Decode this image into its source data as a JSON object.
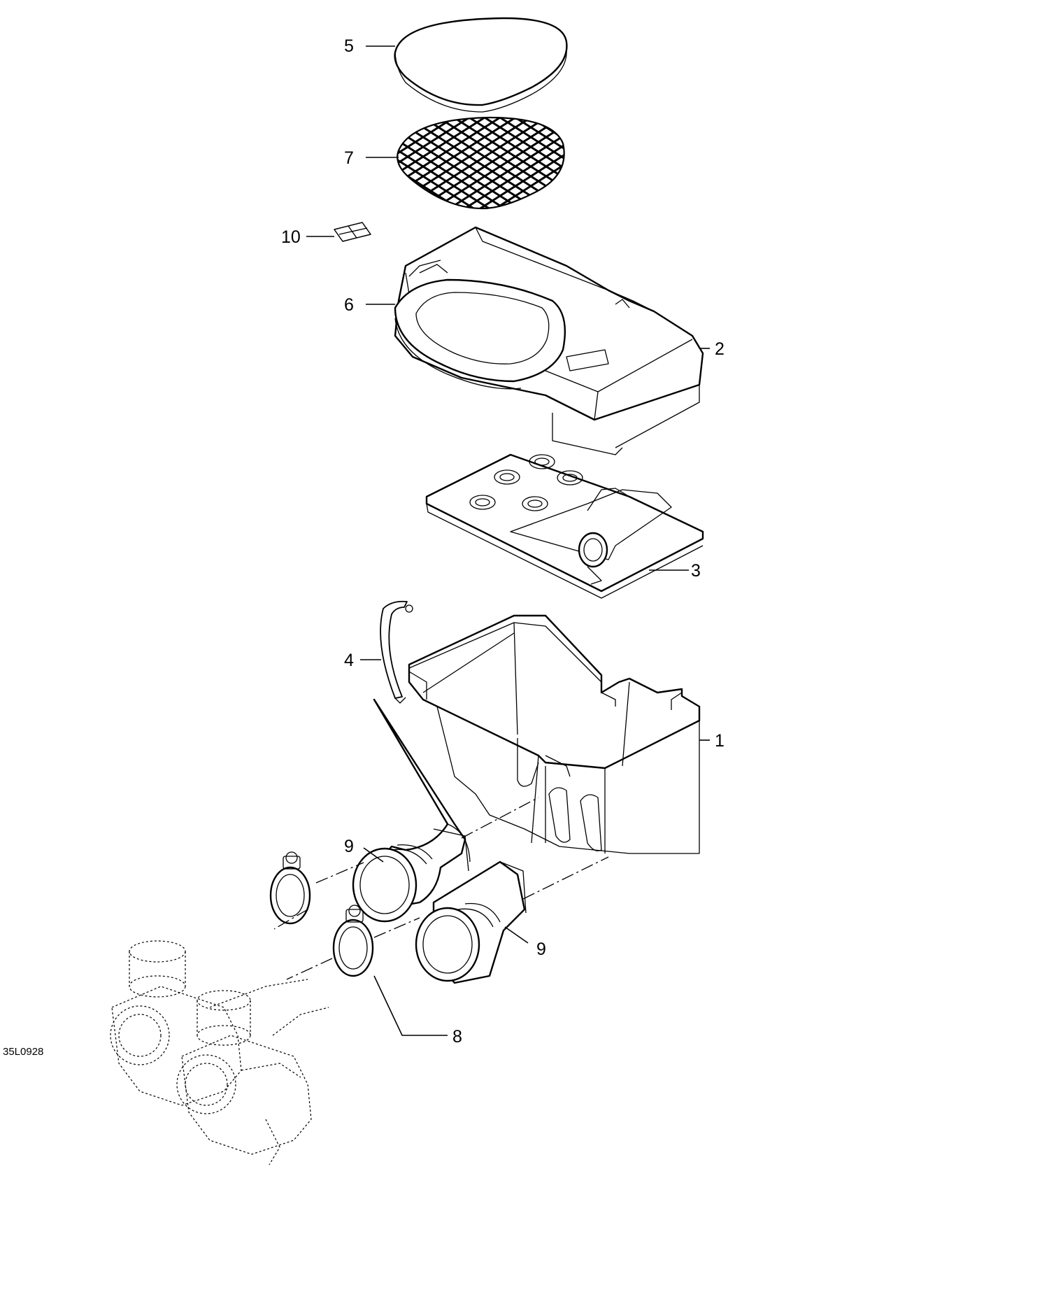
{
  "diagram": {
    "reference_code": "35L0928",
    "callouts": [
      {
        "id": "c5",
        "label": "5"
      },
      {
        "id": "c7",
        "label": "7"
      },
      {
        "id": "c10",
        "label": "10"
      },
      {
        "id": "c6",
        "label": "6"
      },
      {
        "id": "c2",
        "label": "2"
      },
      {
        "id": "c3",
        "label": "3"
      },
      {
        "id": "c4",
        "label": "4"
      },
      {
        "id": "c1",
        "label": "1"
      },
      {
        "id": "c9a",
        "label": "9"
      },
      {
        "id": "c9b",
        "label": "9"
      },
      {
        "id": "c8",
        "label": "8"
      }
    ]
  }
}
